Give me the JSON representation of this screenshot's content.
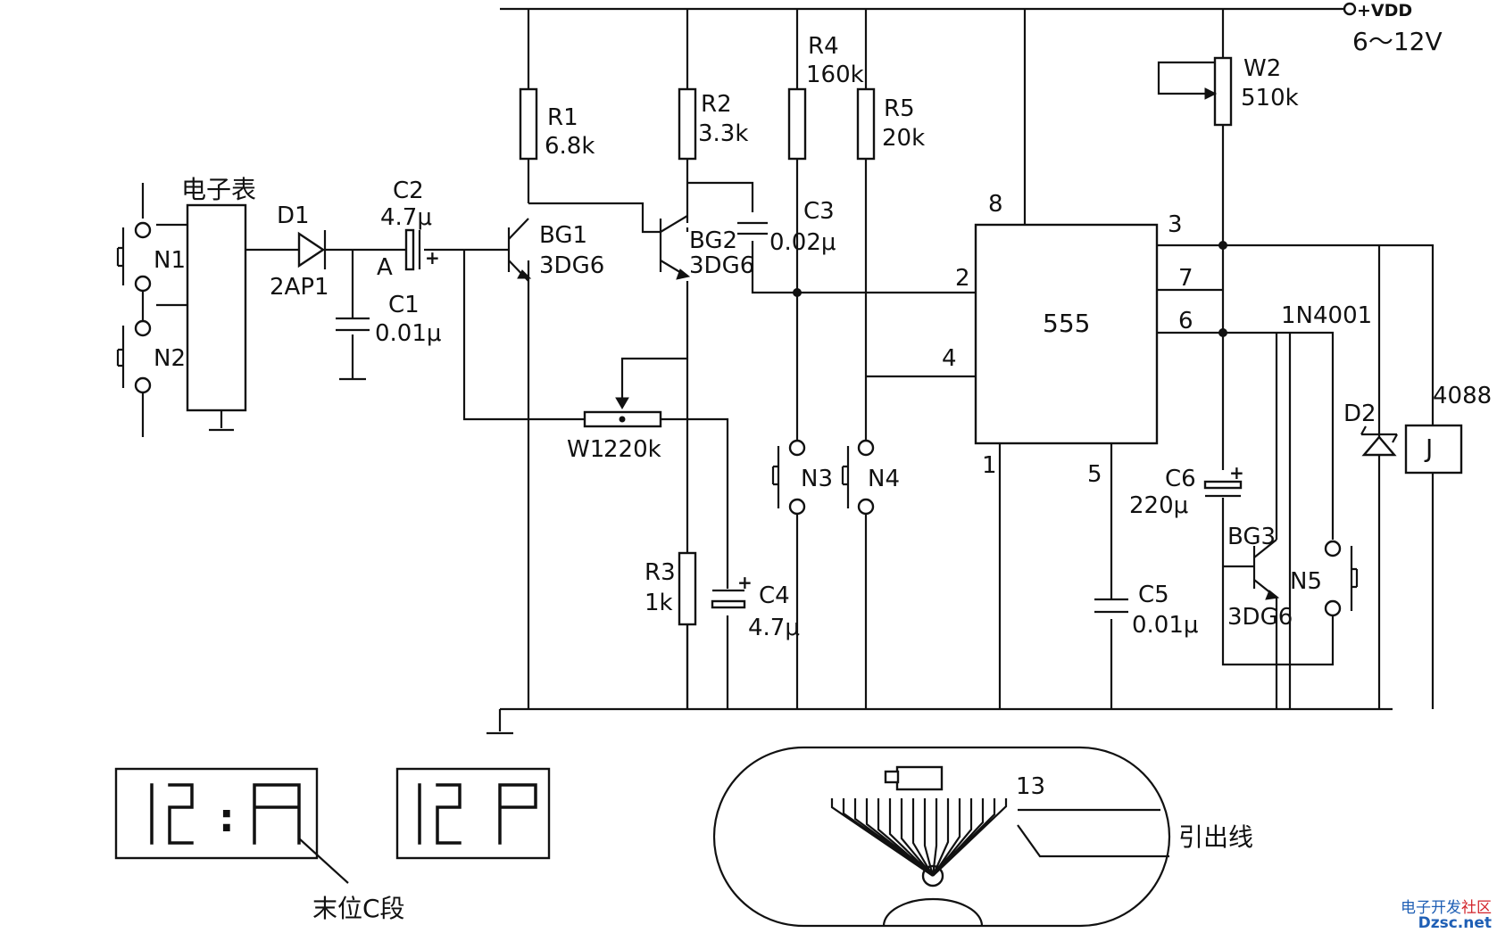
{
  "supply": {
    "label": "+VDD",
    "range": "6～12V"
  },
  "watch": {
    "label": "电子表",
    "buttons": [
      "N1",
      "N2"
    ]
  },
  "diode1": {
    "ref": "D1",
    "value": "2AP1"
  },
  "cap2": {
    "ref": "C2",
    "value": "4.7μ",
    "plus": "+"
  },
  "node_a": "A",
  "cap1": {
    "ref": "C1",
    "value": "0.01μ"
  },
  "r1": {
    "ref": "R1",
    "value": "6.8k"
  },
  "r2": {
    "ref": "R2",
    "value": "3.3k"
  },
  "r3": {
    "ref": "R3",
    "value": "1k"
  },
  "r4": {
    "ref": "R4",
    "value": "160k"
  },
  "r5": {
    "ref": "R5",
    "value": "20k"
  },
  "bg1": {
    "ref": "BG1",
    "value": "3DG6"
  },
  "bg2": {
    "ref": "BG2",
    "value": "3DG6"
  },
  "bg3": {
    "ref": "BG3",
    "value": "3DG6"
  },
  "cap3": {
    "ref": "C3",
    "value": "0.02μ"
  },
  "w1": {
    "ref": "W1",
    "value": "220k"
  },
  "cap4": {
    "ref": "C4",
    "value": "4.7μ",
    "plus": "+"
  },
  "buttons": {
    "n3": "N3",
    "n4": "N4",
    "n5": "N5"
  },
  "ic": {
    "name": "555",
    "pins": {
      "p1": "1",
      "p2": "2",
      "p3": "3",
      "p4": "4",
      "p5": "5",
      "p6": "6",
      "p7": "7",
      "p8": "8"
    }
  },
  "w2": {
    "ref": "W2",
    "value": "510k"
  },
  "cap5": {
    "ref": "C5",
    "value": "0.01μ"
  },
  "cap6": {
    "ref": "C6",
    "value": "220μ",
    "plus": "+"
  },
  "diode2": {
    "ref": "D2",
    "part": "1N4001"
  },
  "relay": {
    "ref": "J",
    "part": "4088"
  },
  "displays": {
    "left_colon": ":",
    "callout": "末位C段"
  },
  "chip": {
    "pin_label": "13",
    "lead_label": "引出线"
  },
  "watermark": {
    "line1_a": "电子开发",
    "line1_b": "社区",
    "line2": "Dzsc.net"
  }
}
